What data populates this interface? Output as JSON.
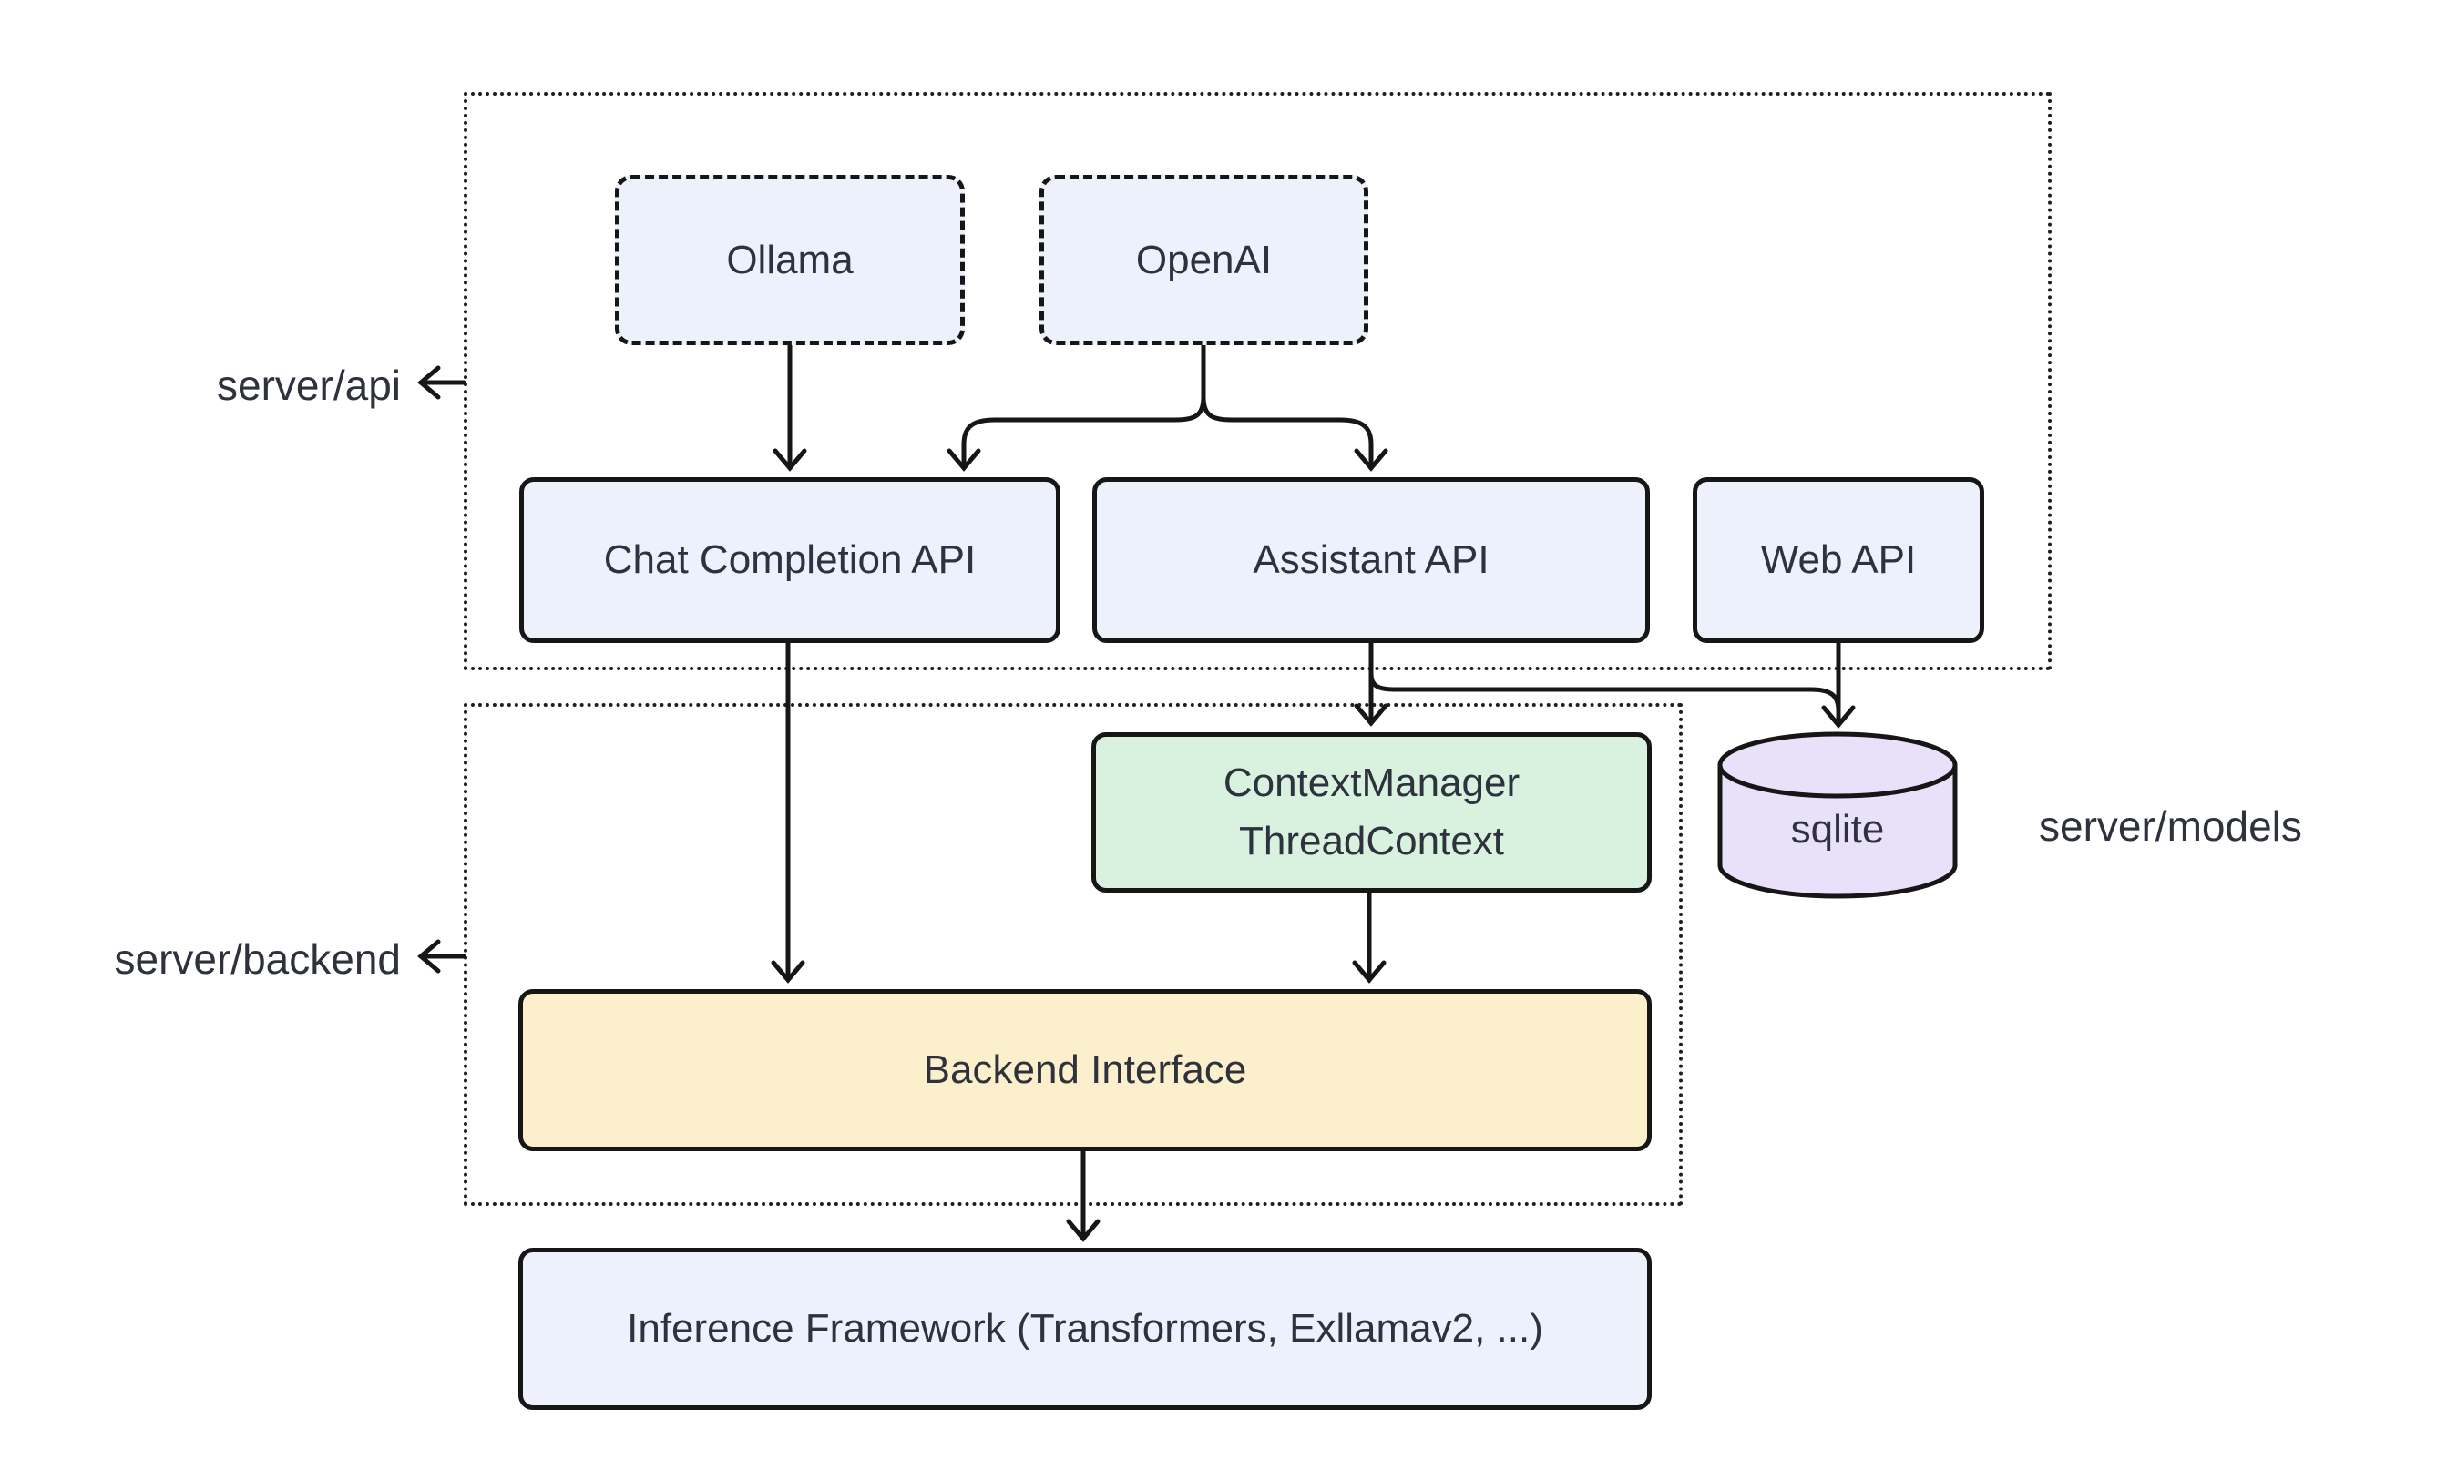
{
  "diagram": {
    "background": "#ffffff",
    "colors": {
      "node_blue": "#edf1fb",
      "node_green": "#d9f2df",
      "node_yellow": "#fbf0cb",
      "cylinder_purple": "#e9e0fa",
      "border": "#161616",
      "text": "#2d323d"
    },
    "groups": {
      "api": {
        "label": "server/api"
      },
      "backend": {
        "label": "server/backend"
      },
      "models": {
        "label": "server/models"
      }
    },
    "nodes": {
      "ollama": {
        "label": "Ollama",
        "style": "dashed-blue"
      },
      "openai": {
        "label": "OpenAI",
        "style": "dashed-blue"
      },
      "chat_completion_api": {
        "label": "Chat Completion API",
        "style": "blue"
      },
      "assistant_api": {
        "label": "Assistant API",
        "style": "blue"
      },
      "web_api": {
        "label": "Web API",
        "style": "blue"
      },
      "context_manager": {
        "label_line1": "ContextManager",
        "label_line2": "ThreadContext",
        "style": "green"
      },
      "backend_interface": {
        "label": "Backend Interface",
        "style": "yellow"
      },
      "inference_framework": {
        "label": "Inference Framework (Transformers, Exllamav2, ...)",
        "style": "blue"
      },
      "sqlite": {
        "label": "sqlite",
        "style": "purple-cylinder"
      }
    },
    "edges": [
      {
        "from": "ollama",
        "to": "chat_completion_api"
      },
      {
        "from": "openai",
        "to": "chat_completion_api"
      },
      {
        "from": "openai",
        "to": "assistant_api"
      },
      {
        "from": "chat_completion_api",
        "to": "backend_interface"
      },
      {
        "from": "assistant_api",
        "to": "context_manager"
      },
      {
        "from": "assistant_api",
        "to": "sqlite"
      },
      {
        "from": "web_api",
        "to": "sqlite"
      },
      {
        "from": "context_manager",
        "to": "backend_interface"
      },
      {
        "from": "backend_interface",
        "to": "inference_framework"
      }
    ]
  }
}
